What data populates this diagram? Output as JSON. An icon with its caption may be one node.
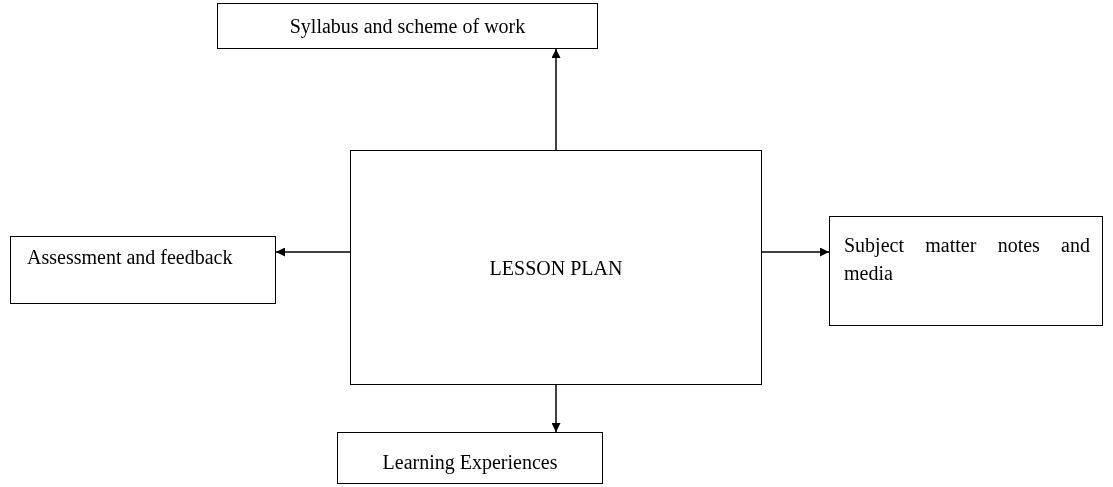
{
  "diagram": {
    "nodes": [
      {
        "text": [
          "Syllabus and scheme of work"
        ]
      },
      {
        "text": [
          "Assessment and feedback"
        ]
      },
      {
        "text": [
          "LESSON PLAN"
        ]
      },
      {
        "text": [
          "Subject matter notes and media"
        ]
      },
      {
        "text": [
          "Learning Experiences"
        ]
      }
    ],
    "edges": [
      {
        "from": 2,
        "to": 0,
        "arrow": "to"
      },
      {
        "from": 2,
        "to": 1,
        "arrow": "to"
      },
      {
        "from": 2,
        "to": 3,
        "arrow": "to"
      },
      {
        "from": 2,
        "to": 4,
        "arrow": "to"
      }
    ]
  }
}
